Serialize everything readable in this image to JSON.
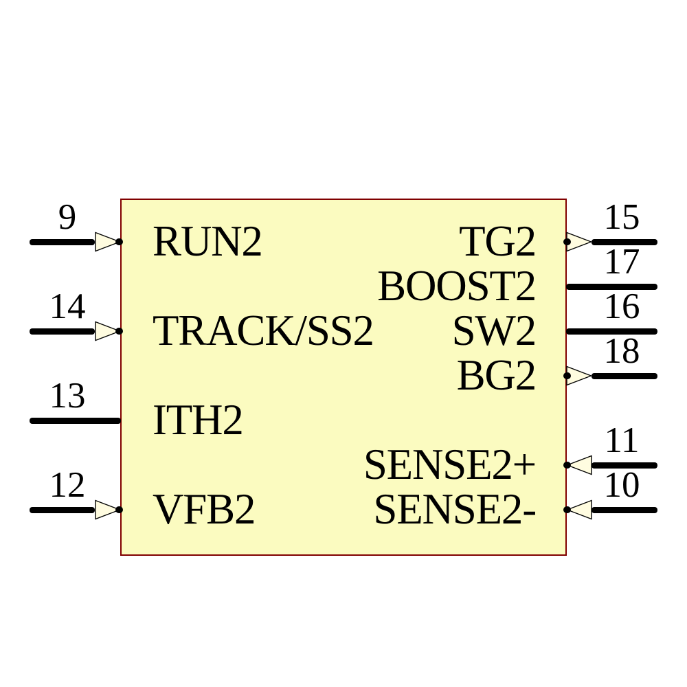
{
  "colors": {
    "background": "#FFFFFF",
    "body_fill": "#FBFBC0",
    "body_border": "#800000",
    "wire": "#000000",
    "arrow_fill": "#FFFCE0",
    "text": "#000000"
  },
  "symbol": {
    "type": "schematic-component-symbol",
    "pins": {
      "left": [
        {
          "number": "9",
          "label": "RUN2",
          "row": 0,
          "arrow": "in"
        },
        {
          "number": "14",
          "label": "TRACK/SS2",
          "row": 2,
          "arrow": "in"
        },
        {
          "number": "13",
          "label": "ITH2",
          "row": 4,
          "arrow": "none"
        },
        {
          "number": "12",
          "label": "VFB2",
          "row": 6,
          "arrow": "in"
        }
      ],
      "right": [
        {
          "number": "15",
          "label": "TG2",
          "row": 0,
          "arrow": "out"
        },
        {
          "number": "17",
          "label": "BOOST2",
          "row": 1,
          "arrow": "none"
        },
        {
          "number": "16",
          "label": "SW2",
          "row": 2,
          "arrow": "none"
        },
        {
          "number": "18",
          "label": "BG2",
          "row": 3,
          "arrow": "out"
        },
        {
          "number": "11",
          "label": "SENSE2+",
          "row": 5,
          "arrow": "in"
        },
        {
          "number": "10",
          "label": "SENSE2-",
          "row": 6,
          "arrow": "in"
        }
      ]
    }
  }
}
